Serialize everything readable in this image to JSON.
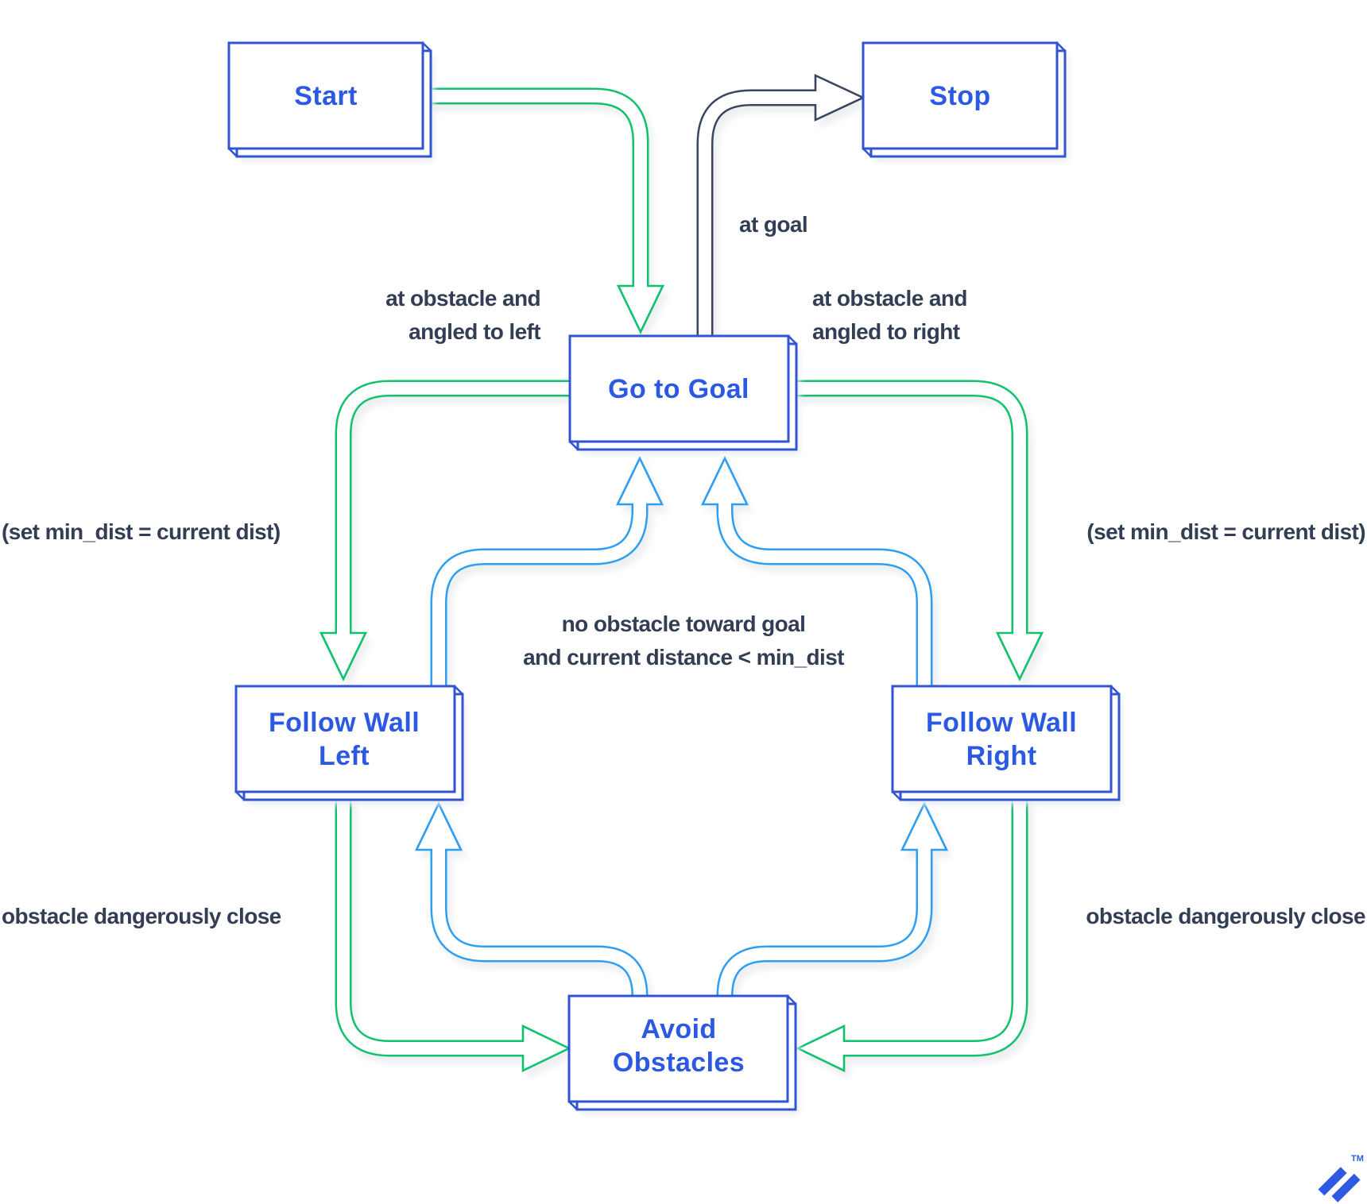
{
  "theme": {
    "green": "#10c26e",
    "blue": "#2e9ef3",
    "navy": "#3a465f",
    "navy-text": "#333e55",
    "box-border": "#3254d0",
    "box-text": "#2c59e3",
    "shadow": "#ebedf0",
    "logo": "#2d59e3"
  },
  "nodes": {
    "start": {
      "label": "Start"
    },
    "stop": {
      "label": "Stop"
    },
    "go_to_goal": {
      "label": "Go to Goal"
    },
    "follow_wall_left": {
      "line1": "Follow Wall",
      "line2": "Left"
    },
    "follow_wall_right": {
      "line1": "Follow Wall",
      "line2": "Right"
    },
    "avoid_obstacles": {
      "line1": "Avoid",
      "line2": "Obstacles"
    }
  },
  "transitions": {
    "start_to_goal": {
      "from": "Start",
      "to": "Go to Goal",
      "color": "green",
      "label": ""
    },
    "at_goal": {
      "from": "Go to Goal",
      "to": "Stop",
      "color": "navy",
      "label": "at goal"
    },
    "at_obstacle_left": {
      "from": "Go to Goal",
      "to": "Follow Wall Left",
      "color": "green",
      "line1": "at obstacle and",
      "line2": "angled to left"
    },
    "at_obstacle_right": {
      "from": "Go to Goal",
      "to": "Follow Wall Right",
      "color": "green",
      "line1": "at obstacle and",
      "line2": "angled to right"
    },
    "set_min_dist_left": {
      "label": "(set min_dist = current dist)"
    },
    "set_min_dist_right": {
      "label": "(set min_dist = current dist)"
    },
    "no_obstacle_left": {
      "from": "Follow Wall Left",
      "to": "Go to Goal",
      "color": "blue"
    },
    "no_obstacle_right": {
      "from": "Follow Wall Right",
      "to": "Go to Goal",
      "color": "blue"
    },
    "no_obstacle": {
      "line1": "no obstacle toward goal",
      "line2": "and current distance < min_dist"
    },
    "dangerously_close_left": {
      "from": "Follow Wall Left",
      "to": "Avoid Obstacles",
      "color": "green",
      "label": "obstacle dangerously close"
    },
    "dangerously_close_right": {
      "from": "Follow Wall Right",
      "to": "Avoid Obstacles",
      "color": "green",
      "label": "obstacle dangerously close"
    },
    "avoid_to_left": {
      "from": "Avoid Obstacles",
      "to": "Follow Wall Left",
      "color": "blue"
    },
    "avoid_to_right": {
      "from": "Avoid Obstacles",
      "to": "Follow Wall Right",
      "color": "blue"
    }
  },
  "branding": {
    "trademark": "TM"
  }
}
